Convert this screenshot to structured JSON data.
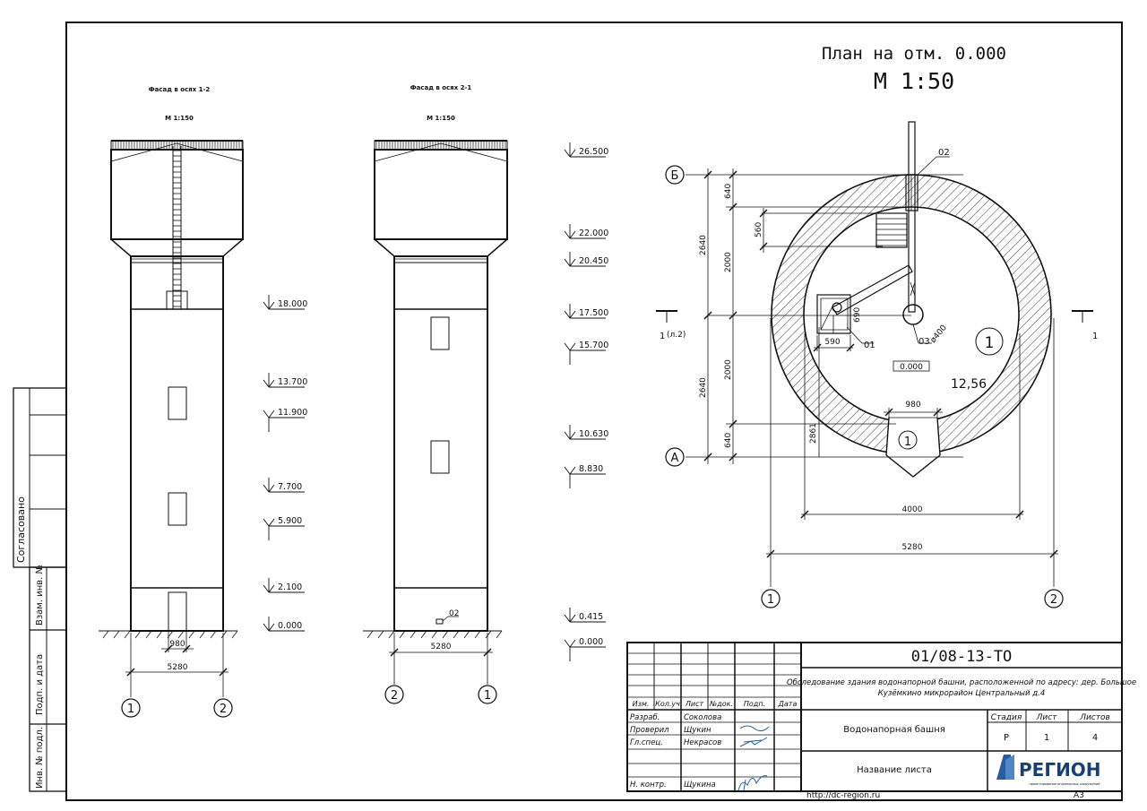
{
  "sheet": {
    "side_stamp": {
      "agreed": "Согласовано",
      "inv_replace": "Взам. инв. №",
      "sign_date": "Подп. и дата",
      "inv_orig": "Инв. № подл."
    },
    "url": "http://dc-region.ru",
    "format": "A3"
  },
  "facade_1": {
    "title": "Фасад в осях 1-2",
    "scale": "М 1:150",
    "dims": {
      "door": "980",
      "total": "5280"
    },
    "axes": [
      "1",
      "2"
    ]
  },
  "facade_2": {
    "title": "Фасад в осях 2-1",
    "scale": "М 1:150",
    "dims": {
      "total": "5280"
    },
    "axes": [
      "2",
      "1"
    ],
    "callout": "02"
  },
  "levels_left": [
    "18.000",
    "13.700",
    "11.900",
    "7.700",
    "5.900",
    "2.100",
    "0.000"
  ],
  "levels_right": [
    "26.500",
    "22.000",
    "20.450",
    "17.500",
    "15.700",
    "10.630",
    "8.830",
    "0.415",
    "0.000"
  ],
  "plan": {
    "title": "План на отм. 0.000",
    "scale": "М 1:50",
    "axis_letters": [
      "Б",
      "А"
    ],
    "axis_numbers": [
      "1",
      "2"
    ],
    "dims_left_outer": [
      "2640",
      "2640"
    ],
    "dims_left_inner": [
      "640",
      "2000",
      "2000",
      "640"
    ],
    "dim_560": "560",
    "dim_690": "690",
    "dim_590": "590",
    "dim_980": "980",
    "dim_2861": "2861",
    "dim_4000": "4000",
    "dim_5280": "5280",
    "diameter": "ø400",
    "elevation": "0.000",
    "area": "12,56",
    "room_tag": "1",
    "door_tag": "1",
    "callouts": [
      "01",
      "02",
      "03"
    ],
    "section_label": "1",
    "section_ref": "(л.2)"
  },
  "title_block": {
    "code": "01/08-13-ТО",
    "project_title": "Обследование здания водонапорной башни, расположенной по адресу: дер. Большое Кузёмкино микрорайон Центральный д.4",
    "col_headers": [
      "Изм.",
      "Кол.уч",
      "Лист",
      "№док.",
      "Подп.",
      "Дата"
    ],
    "roles": [
      {
        "role": "Разраб.",
        "name": "Соколова"
      },
      {
        "role": "Проверил",
        "name": "Щукин"
      },
      {
        "role": "Гл.спец.",
        "name": "Некрасов"
      },
      {
        "role": "",
        "name": ""
      },
      {
        "role": "Н. контр.",
        "name": "Щукина"
      }
    ],
    "object_name": "Водонапорная башня",
    "sheet_name": "Название листа",
    "stage_header": "Стадия",
    "sheet_header": "Лист",
    "sheets_header": "Листов",
    "stage": "Р",
    "sheet_no": "1",
    "sheets_total": "4",
    "logo_text": "РЕГИОН",
    "logo_sub": "проектирование инженерных сооружений"
  }
}
